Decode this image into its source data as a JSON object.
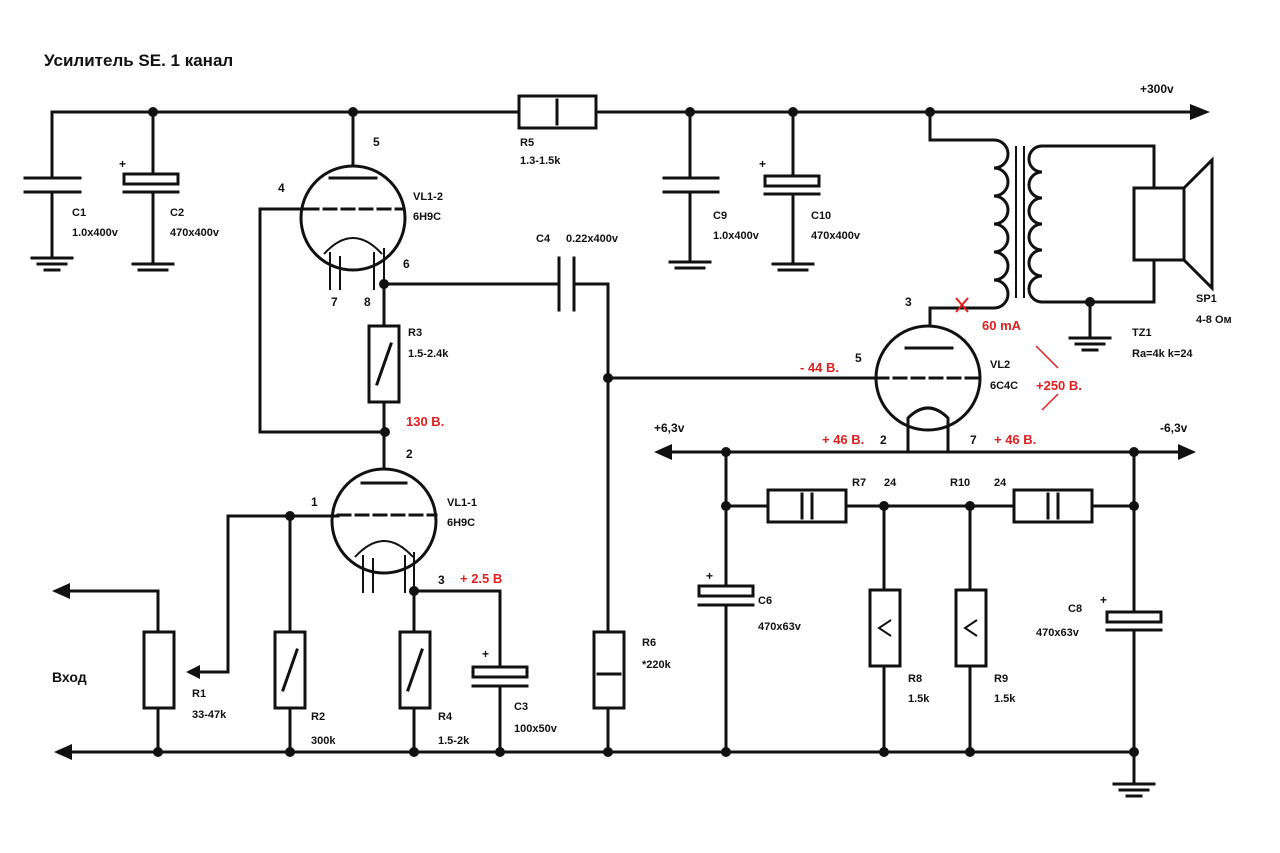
{
  "title": "Усилитель SE. 1 канал",
  "rails": {
    "plus300": "+300v",
    "plus63": "+6,3v",
    "minus63": "-6,3v"
  },
  "input": "Вход",
  "components": {
    "C1": {
      "name": "C1",
      "value": "1.0x400v"
    },
    "C2": {
      "name": "C2",
      "value": "470x400v"
    },
    "R5": {
      "name": "R5",
      "value": "1.3-1.5k"
    },
    "C9": {
      "name": "C9",
      "value": "1.0x400v"
    },
    "C10": {
      "name": "C10",
      "value": "470x400v"
    },
    "VL1_2": {
      "name": "VL1-2",
      "value": "6Н9С"
    },
    "C4": {
      "name": "C4",
      "value": "0.22x400v"
    },
    "R3": {
      "name": "R3",
      "value": "1.5-2.4k"
    },
    "VL1_1": {
      "name": "VL1-1",
      "value": "6Н9С"
    },
    "R1": {
      "name": "R1",
      "value": "33-47k"
    },
    "R2": {
      "name": "R2",
      "value": "300k"
    },
    "R4": {
      "name": "R4",
      "value": "1.5-2k"
    },
    "C3": {
      "name": "C3",
      "value": "100x50v"
    },
    "R6": {
      "name": "R6",
      "value": "*220k"
    },
    "VL2": {
      "name": "VL2",
      "value": "6С4С"
    },
    "TZ1": {
      "name": "TZ1",
      "value": "Ra=4k k=24"
    },
    "SP1": {
      "name": "SP1",
      "value": "4-8 Ом"
    },
    "R7": {
      "name": "R7",
      "value": "24"
    },
    "R10": {
      "name": "R10",
      "value": "24"
    },
    "C6": {
      "name": "C6",
      "value": "470x63v"
    },
    "R8": {
      "name": "R8",
      "value": "1.5k"
    },
    "R9": {
      "name": "R9",
      "value": "1.5k"
    },
    "C8": {
      "name": "C8",
      "value": "470x63v"
    }
  },
  "pins": {
    "vl12_plate": "5",
    "vl12_grid": "4",
    "vl12_cathode": "6",
    "vl12_h1": "7",
    "vl12_h2": "8",
    "vl11_plate": "2",
    "vl11_grid": "1",
    "vl11_cathode": "3",
    "vl2_plate": "3",
    "vl2_grid": "5",
    "vl2_h1": "2",
    "vl2_h2": "7"
  },
  "measurements": {
    "v130": "130 В.",
    "v25": "+ 2.5 В",
    "v44": "- 44 В.",
    "i60": "60 mA",
    "v250": "+250 В.",
    "v46a": "+ 46 В.",
    "v46b": "+ 46 В."
  }
}
